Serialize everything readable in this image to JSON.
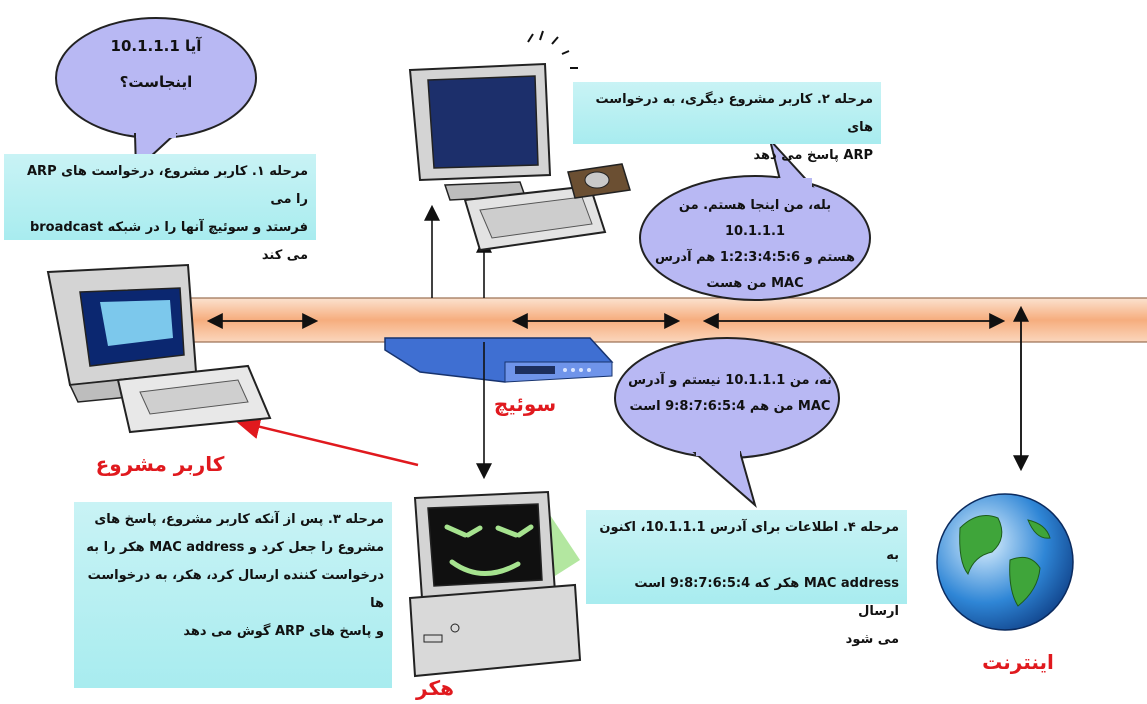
{
  "bubbles": {
    "question": {
      "line1": "آیا 10.1.1.1",
      "line2": "اینجاست؟"
    },
    "reply_yes": {
      "line1": "بله، من اینجا هستم. من 10.1.1.1",
      "line2": "هستم و 1:2:3:4:5:6 هم آدرس",
      "line3": "MAC من هست"
    },
    "reply_no": {
      "line1": "نه، من 10.1.1.1 نیستم و آدرس",
      "line2": "MAC من هم 9:8:7:6:5:4 است"
    }
  },
  "steps": {
    "step1": {
      "line1": "مرحله ۱. کاربر مشروع، درخواست های ARP را می",
      "line2": "فرستد و سوئیچ آنها را در شبکه broadcast می کند"
    },
    "step2": {
      "line1": "مرحله ۲. کاربر مشروع دیگری، به درخواست های",
      "line2": "ARP پاسخ می دهد"
    },
    "step3": {
      "line1": "مرحله ۳. پس از آنکه کاربر مشروع، پاسخ های",
      "line2": "مشروع را جعل کرد و MAC address هکر را به",
      "line3": "درخواست کننده ارسال کرد، هکر، به درخواست ها",
      "line4": "و پاسخ های ARP گوش می دهد"
    },
    "step4": {
      "line1": "مرحله ۴. اطلاعات برای آدرس 10.1.1.1، اکنون به",
      "line2": "MAC address هکر که 9:8:7:6:5:4 است ارسال",
      "line3": "می شود"
    }
  },
  "labels": {
    "legit_user": "کاربر مشروع",
    "switch": "سوئیچ",
    "hacker": "هکر",
    "internet": "اینترنت"
  },
  "colors": {
    "network_bar": "#f7b98f",
    "bubble_fill": "#b8b8f3",
    "box_fill": "#b3eef1",
    "label_red": "#e0191e",
    "attack_arrow": "#e0191e"
  }
}
